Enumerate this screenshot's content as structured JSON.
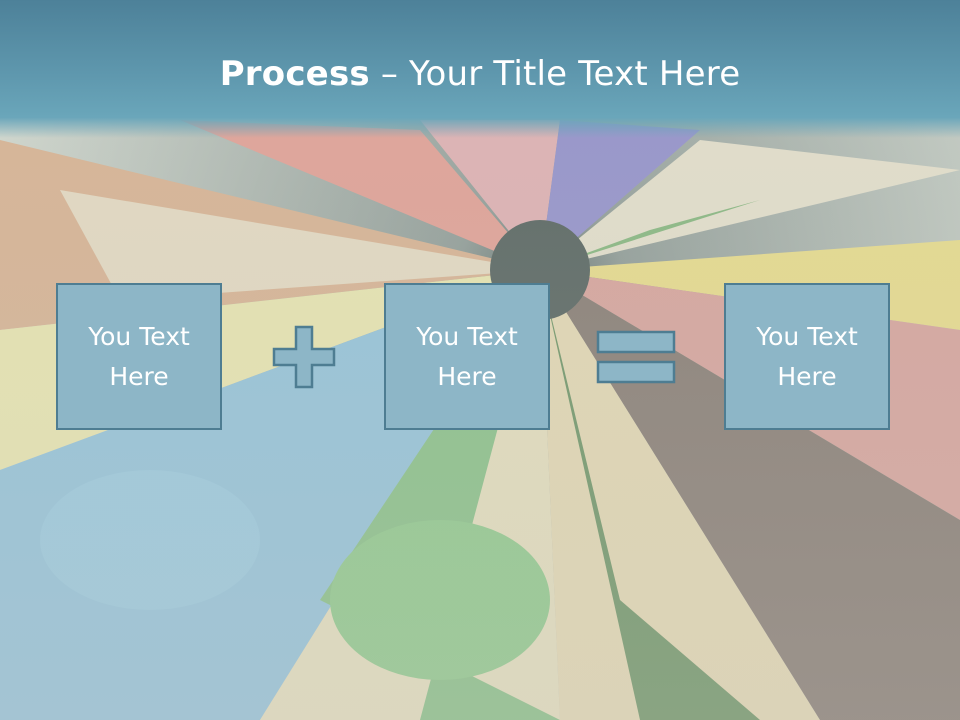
{
  "slide": {
    "title_bold": "Process",
    "title_rest": " – Your Title Text Here",
    "boxes": [
      {
        "text": "You Text\nHere"
      },
      {
        "text": "You Text\nHere"
      },
      {
        "text": "You Text\nHere"
      }
    ],
    "operators": [
      "plus-icon",
      "equals-icon"
    ]
  },
  "colors": {
    "title_bar": "#5f98ae",
    "box_fill": "#8db6c7",
    "box_border": "#4e7d92",
    "text": "#ffffff"
  }
}
